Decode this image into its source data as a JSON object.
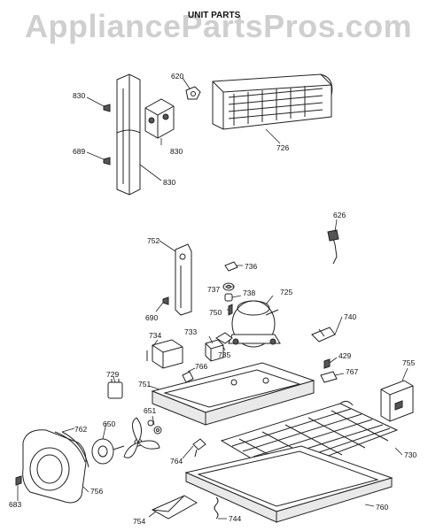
{
  "watermark": "AppliancePartsPros.com",
  "title": "UNIT PARTS",
  "callouts": [
    {
      "id": "620",
      "text": "620"
    },
    {
      "id": "830a",
      "text": "830"
    },
    {
      "id": "830b",
      "text": "830"
    },
    {
      "id": "689",
      "text": "689"
    },
    {
      "id": "830c",
      "text": "830"
    },
    {
      "id": "726",
      "text": "726"
    },
    {
      "id": "626",
      "text": "626"
    },
    {
      "id": "752",
      "text": "752"
    },
    {
      "id": "736",
      "text": "736"
    },
    {
      "id": "737",
      "text": "737"
    },
    {
      "id": "738",
      "text": "738"
    },
    {
      "id": "725",
      "text": "725"
    },
    {
      "id": "750",
      "text": "750"
    },
    {
      "id": "690",
      "text": "690"
    },
    {
      "id": "740",
      "text": "740"
    },
    {
      "id": "734",
      "text": "734"
    },
    {
      "id": "733",
      "text": "733"
    },
    {
      "id": "735",
      "text": "735"
    },
    {
      "id": "429",
      "text": "429"
    },
    {
      "id": "767",
      "text": "767"
    },
    {
      "id": "755",
      "text": "755"
    },
    {
      "id": "729",
      "text": "729"
    },
    {
      "id": "766",
      "text": "766"
    },
    {
      "id": "751",
      "text": "751"
    },
    {
      "id": "651",
      "text": "651"
    },
    {
      "id": "762",
      "text": "762"
    },
    {
      "id": "650",
      "text": "650"
    },
    {
      "id": "764",
      "text": "764"
    },
    {
      "id": "730",
      "text": "730"
    },
    {
      "id": "756",
      "text": "756"
    },
    {
      "id": "683",
      "text": "683"
    },
    {
      "id": "754",
      "text": "754"
    },
    {
      "id": "744",
      "text": "744"
    },
    {
      "id": "760",
      "text": "760"
    }
  ]
}
